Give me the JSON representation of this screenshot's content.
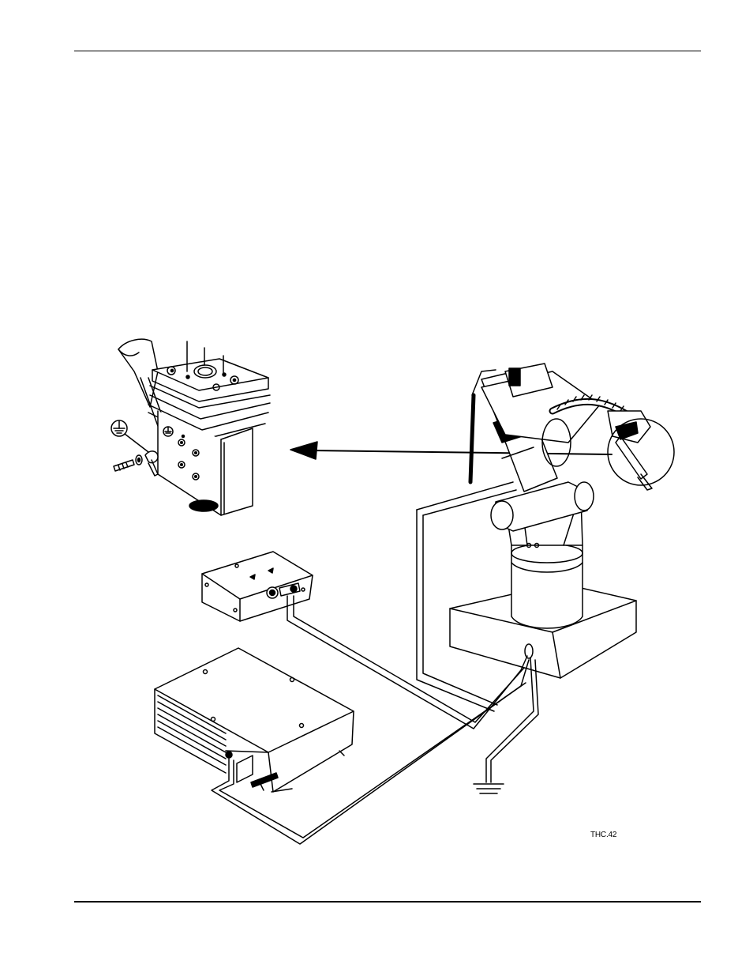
{
  "figure": {
    "label": "THC.42",
    "components": [
      "robot-arm",
      "torch-mount-detail",
      "control-module",
      "power-supply"
    ],
    "icons": [
      "ground-symbol-icon",
      "earth-ground-icon",
      "arrow-icon"
    ]
  }
}
